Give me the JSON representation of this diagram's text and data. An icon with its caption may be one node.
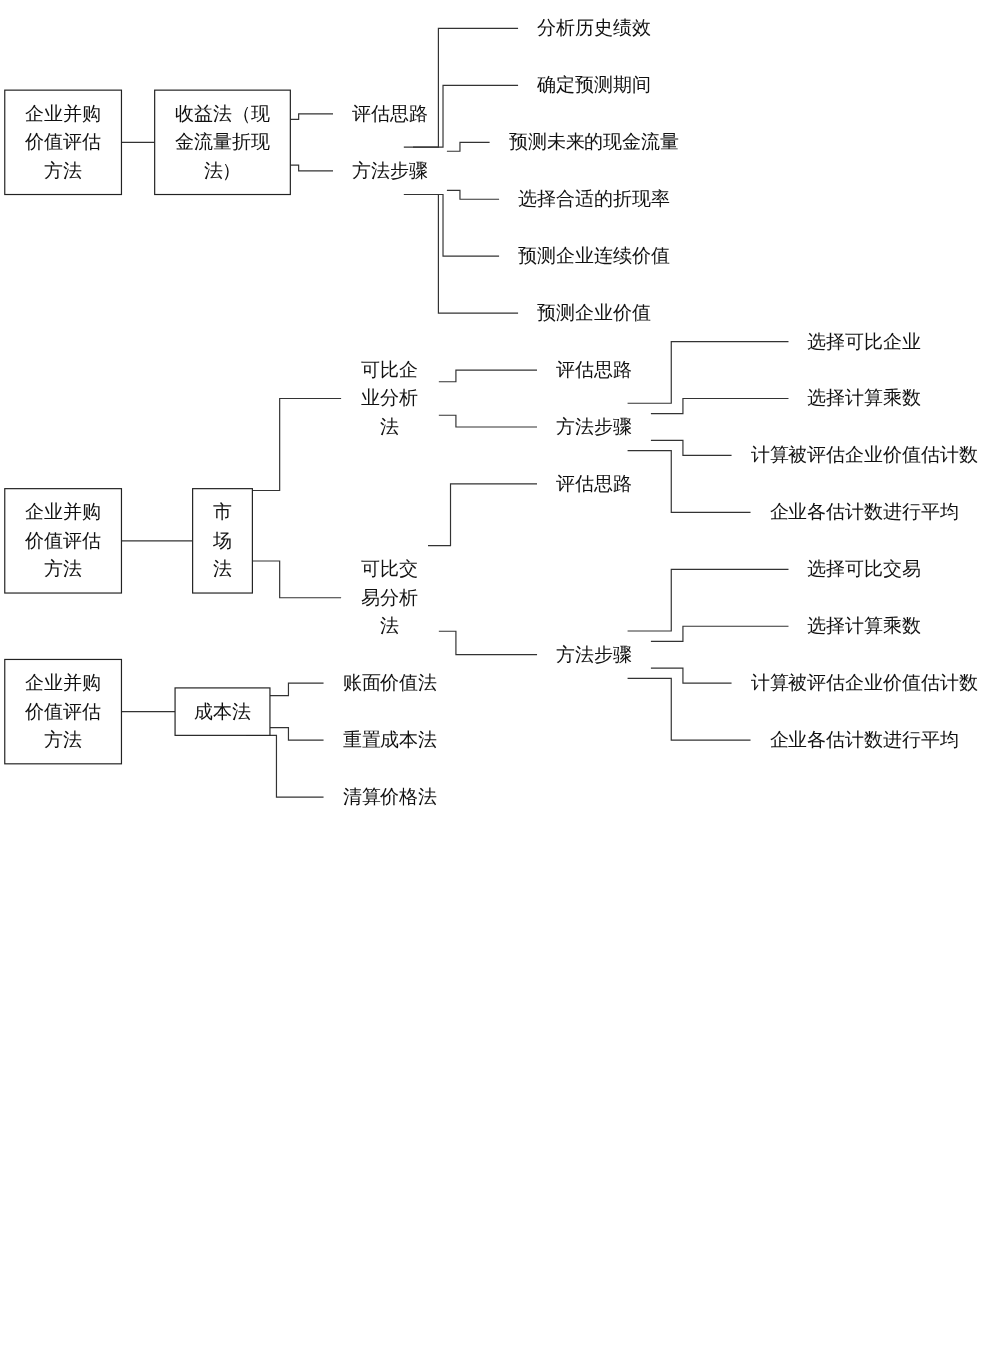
{
  "diagram": {
    "nodes": [
      {
        "text": [
          "企业并购价值评估方法"
        ]
      },
      {
        "text": [
          "收益法（现金流量折现法）"
        ]
      },
      {
        "text": [
          "评估思路"
        ]
      },
      {
        "text": [
          "方法步骤"
        ]
      },
      {
        "text": [
          "分析历史绩效"
        ]
      },
      {
        "text": [
          "确定预测期间"
        ]
      },
      {
        "text": [
          "预测未来的现金流量"
        ]
      },
      {
        "text": [
          "选择合适的折现率"
        ]
      },
      {
        "text": [
          "预测企业连续价值"
        ]
      },
      {
        "text": [
          "预测企业价值"
        ]
      },
      {
        "text": [
          "企业并购价值评估方法"
        ]
      },
      {
        "text": [
          "市场法"
        ]
      },
      {
        "text": [
          "可比企业分析法"
        ]
      },
      {
        "text": [
          "评估思路"
        ]
      },
      {
        "text": [
          "方法步骤"
        ]
      },
      {
        "text": [
          "选择可比企业"
        ]
      },
      {
        "text": [
          "选择计算乘数"
        ]
      },
      {
        "text": [
          "计算被评估企业价值估计数"
        ]
      },
      {
        "text": [
          "企业各估计数进行平均"
        ]
      },
      {
        "text": [
          "可比交易分析法"
        ]
      },
      {
        "text": [
          "评估思路"
        ]
      },
      {
        "text": [
          "方法步骤"
        ]
      },
      {
        "text": [
          "选择可比交易"
        ]
      },
      {
        "text": [
          "选择计算乘数"
        ]
      },
      {
        "text": [
          "计算被评估企业价值估计数"
        ]
      },
      {
        "text": [
          "企业各估计数进行平均"
        ]
      },
      {
        "text": [
          "企业并购价值评估方法"
        ]
      },
      {
        "text": [
          "成本法"
        ]
      },
      {
        "text": [
          "账面价值法"
        ]
      },
      {
        "text": [
          "重置成本法"
        ]
      },
      {
        "text": [
          "清算价格法"
        ]
      }
    ],
    "edges": [
      {
        "from": 0,
        "to": 1,
        "arrow": "none"
      },
      {
        "from": 1,
        "to": 2,
        "arrow": "none"
      },
      {
        "from": 1,
        "to": 3,
        "arrow": "none"
      },
      {
        "from": 3,
        "to": 4,
        "arrow": "none"
      },
      {
        "from": 3,
        "to": 5,
        "arrow": "none"
      },
      {
        "from": 3,
        "to": 6,
        "arrow": "none"
      },
      {
        "from": 3,
        "to": 7,
        "arrow": "none"
      },
      {
        "from": 3,
        "to": 8,
        "arrow": "none"
      },
      {
        "from": 3,
        "to": 9,
        "arrow": "none"
      },
      {
        "from": 10,
        "to": 11,
        "arrow": "none"
      },
      {
        "from": 11,
        "to": 12,
        "arrow": "none"
      },
      {
        "from": 11,
        "to": 19,
        "arrow": "none"
      },
      {
        "from": 12,
        "to": 13,
        "arrow": "none"
      },
      {
        "from": 12,
        "to": 14,
        "arrow": "none"
      },
      {
        "from": 14,
        "to": 15,
        "arrow": "none"
      },
      {
        "from": 14,
        "to": 16,
        "arrow": "none"
      },
      {
        "from": 14,
        "to": 17,
        "arrow": "none"
      },
      {
        "from": 14,
        "to": 18,
        "arrow": "none"
      },
      {
        "from": 19,
        "to": 20,
        "arrow": "none"
      },
      {
        "from": 19,
        "to": 21,
        "arrow": "none"
      },
      {
        "from": 21,
        "to": 22,
        "arrow": "none"
      },
      {
        "from": 21,
        "to": 23,
        "arrow": "none"
      },
      {
        "from": 21,
        "to": 24,
        "arrow": "none"
      },
      {
        "from": 21,
        "to": 25,
        "arrow": "none"
      },
      {
        "from": 26,
        "to": 27,
        "arrow": "none"
      },
      {
        "from": 27,
        "to": 28,
        "arrow": "none"
      },
      {
        "from": 27,
        "to": 29,
        "arrow": "none"
      },
      {
        "from": 27,
        "to": 30,
        "arrow": "none"
      }
    ]
  }
}
